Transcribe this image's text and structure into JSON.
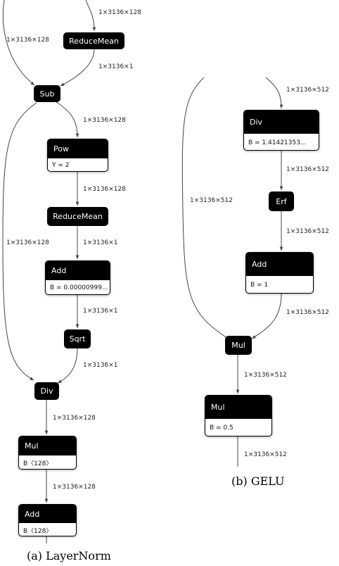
{
  "layernorm": {
    "nodes": {
      "reducemean1": "ReduceMean",
      "sub": "Sub",
      "pow": {
        "op": "Pow",
        "attr": "Y = 2"
      },
      "reducemean2": "ReduceMean",
      "add": {
        "op": "Add",
        "attr": "B = 0.00000999..."
      },
      "sqrt": "Sqrt",
      "div": "Div",
      "mul": {
        "op": "Mul",
        "attr": "B〈128〉"
      },
      "add2": {
        "op": "Add",
        "attr": "B〈128〉"
      }
    },
    "labels": {
      "top_right": "1×3136×128",
      "top_left": "1×3136×128",
      "rm1_to_sub": "1×3136×1",
      "sub_to_pow": "1×3136×128",
      "pow_to_rm2": "1×3136×128",
      "sub_bypass": "1×3136×128",
      "rm2_to_add": "1×3136×1",
      "add_to_sqrt": "1×3136×1",
      "sqrt_to_div": "1×3136×1",
      "div_to_mul": "1×3136×128",
      "mul_to_add": "1×3136×128"
    },
    "caption": "(a) LayerNorm"
  },
  "gelu": {
    "nodes": {
      "div": {
        "op": "Div",
        "attr": "B = 1.41421353..."
      },
      "erf": "Erf",
      "add": {
        "op": "Add",
        "attr": "B = 1"
      },
      "mul1": "Mul",
      "mul2": {
        "op": "Mul",
        "attr": "B = 0.5"
      }
    },
    "labels": {
      "in_to_div": "1×3136×512",
      "div_to_erf": "1×3136×512",
      "bypass": "1×3136×512",
      "erf_to_add": "1×3136×512",
      "add_to_mul": "1×3136×512",
      "mul_to_mul": "1×3136×512",
      "out": "1×3136×512"
    },
    "caption": "(b) GELU"
  }
}
